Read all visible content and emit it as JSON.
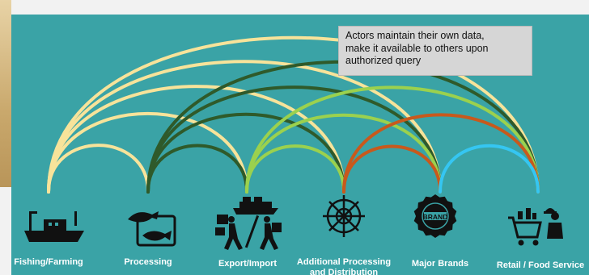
{
  "callout": {
    "text": "Actors maintain their own data,\nmake it available to others upon\nauthorized query"
  },
  "stages": [
    {
      "id": "fishing",
      "label": "Fishing/Farming",
      "icon": "fishing-boat-icon"
    },
    {
      "id": "processing",
      "label": "Processing",
      "icon": "fish-processing-icon"
    },
    {
      "id": "export",
      "label": "Export/Import",
      "icon": "shipping-workers-icon"
    },
    {
      "id": "additional",
      "label": "Additional Processing and Distribution",
      "icon": "distribution-network-icon"
    },
    {
      "id": "brands",
      "label": "Major Brands",
      "icon": "brand-seal-icon"
    },
    {
      "id": "retail",
      "label": "Retail / Food Service",
      "icon": "shopping-cart-waiter-icon"
    }
  ],
  "brand_badge_text": "BRAND",
  "colors": {
    "background": "#3aa3a6",
    "cream": "#f7e39a",
    "dark_green": "#2f5a2a",
    "light_green": "#9bd14e",
    "orange": "#c8591c",
    "light_blue": "#35c6f2",
    "icon": "#111111",
    "label": "#ffffff"
  },
  "connections": [
    {
      "from": "fishing",
      "to": "retail",
      "color": "cream"
    },
    {
      "from": "fishing",
      "to": "brands",
      "color": "cream"
    },
    {
      "from": "fishing",
      "to": "additional",
      "color": "cream"
    },
    {
      "from": "fishing",
      "to": "export",
      "color": "cream"
    },
    {
      "from": "fishing",
      "to": "processing",
      "color": "cream"
    },
    {
      "from": "processing",
      "to": "retail",
      "color": "dark_green"
    },
    {
      "from": "processing",
      "to": "brands",
      "color": "dark_green"
    },
    {
      "from": "processing",
      "to": "additional",
      "color": "dark_green"
    },
    {
      "from": "processing",
      "to": "export",
      "color": "dark_green"
    },
    {
      "from": "export",
      "to": "retail",
      "color": "light_green"
    },
    {
      "from": "export",
      "to": "brands",
      "color": "light_green"
    },
    {
      "from": "export",
      "to": "additional",
      "color": "light_green"
    },
    {
      "from": "additional",
      "to": "retail",
      "color": "orange"
    },
    {
      "from": "additional",
      "to": "brands",
      "color": "orange"
    },
    {
      "from": "brands",
      "to": "retail",
      "color": "light_blue"
    }
  ]
}
